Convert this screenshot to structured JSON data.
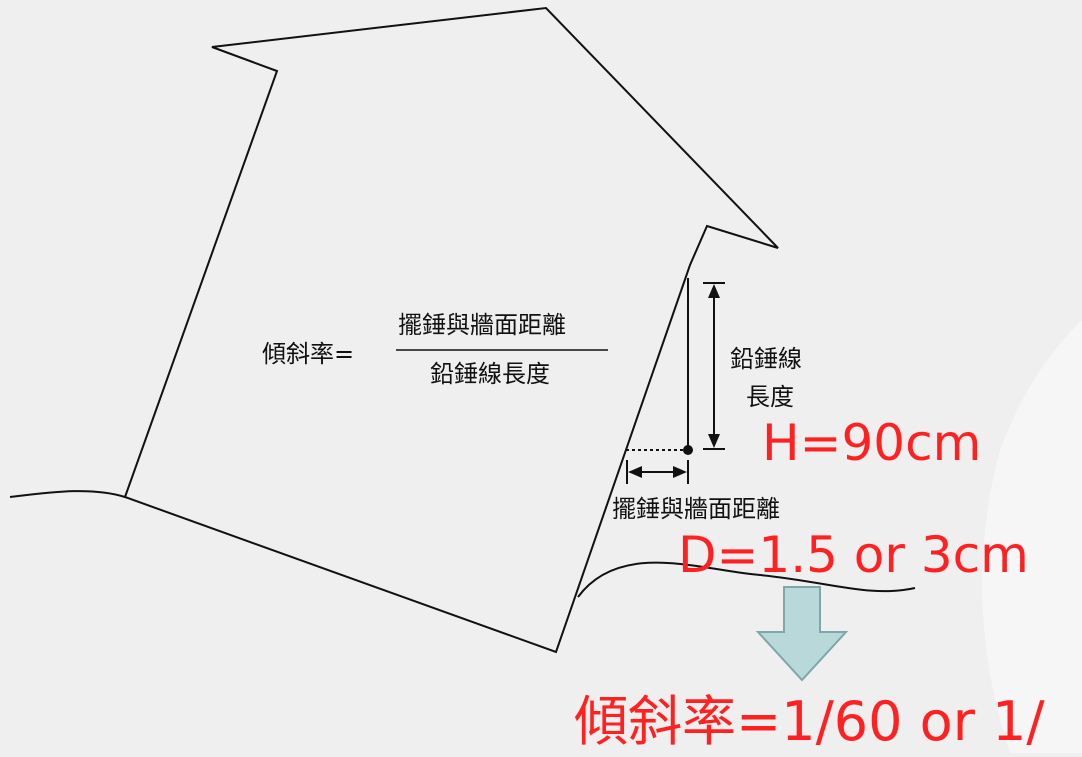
{
  "formula": {
    "prefix": "傾斜率=",
    "numerator": "擺錘與牆面距離",
    "denominator": "鉛錘線長度"
  },
  "plumb_label": {
    "line1": "鉛錘線",
    "line2": "長度"
  },
  "distance_label": "擺錘與牆面距離",
  "height_value": "H=90cm",
  "distance_value": "D=1.5 or 3cm",
  "result": "傾斜率=1/60 or 1/",
  "colors": {
    "background": "#efefef",
    "line": "#111111",
    "highlight": "#ff2020",
    "arrow_fill": "#b8d8da",
    "arrow_stroke": "#7fa6aa"
  },
  "icons": {
    "down_arrow": "down-arrow-icon"
  }
}
